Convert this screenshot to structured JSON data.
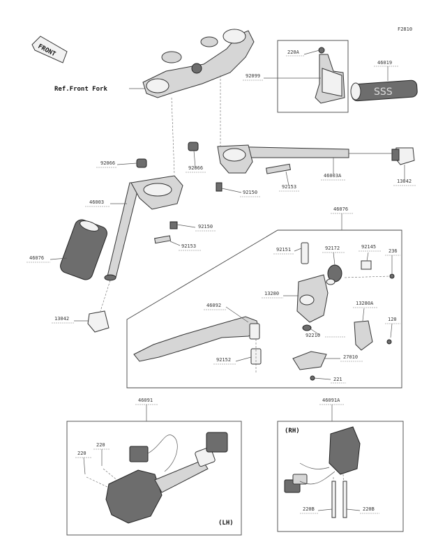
{
  "figure_code": "F2810",
  "front_tag": "FRONT",
  "ref_text": "Ref.Front Fork",
  "labels": {
    "p220A": "220A",
    "p46019": "46019",
    "p92099": "92099",
    "p92066a": "92066",
    "p92066b": "92066",
    "p46003A": "46003A",
    "p13042a": "13042",
    "p92150a": "92150",
    "p92153a": "92153",
    "p46003": "46003",
    "p92150b": "92150",
    "p92153b": "92153",
    "p46076a": "46076",
    "p46076b": "46076",
    "p13042b": "13042",
    "p92151": "92151",
    "p92172": "92172",
    "p92145": "92145",
    "p236": "236",
    "p13280": "13280",
    "p13280A": "13280A",
    "p46092": "46092",
    "p120": "120",
    "p92210": "92210",
    "p92152": "92152",
    "p27010": "27010",
    "p221": "221",
    "p46091": "46091",
    "p220a": "220",
    "p220b": "220",
    "p46091A": "46091A",
    "p220Ba": "220B",
    "p220Bb": "220B",
    "rh_tag": "(RH)",
    "lh_tag": "(LH)"
  }
}
